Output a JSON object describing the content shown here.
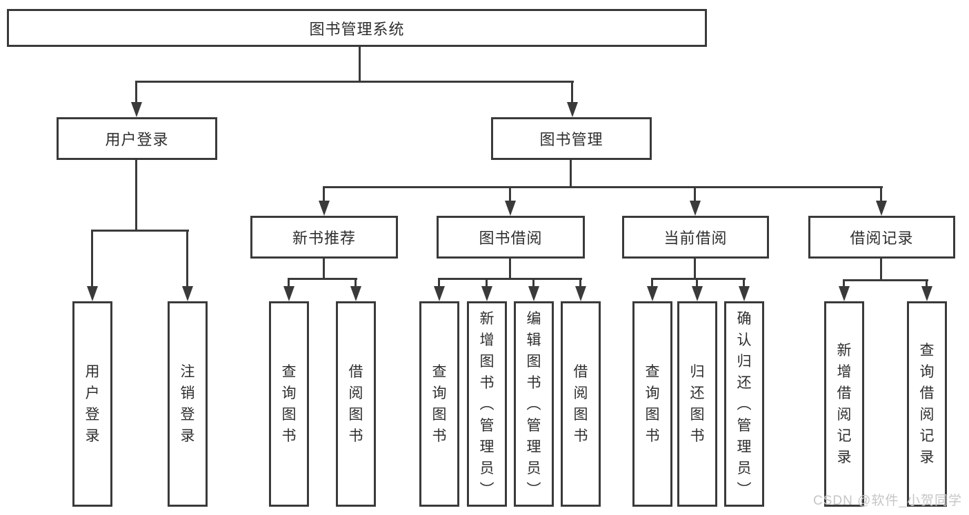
{
  "diagram": {
    "root": {
      "label": "图书管理系统"
    },
    "level2": [
      {
        "id": "user-login",
        "label": "用户登录"
      },
      {
        "id": "book-management",
        "label": "图书管理"
      }
    ],
    "level3": [
      {
        "id": "new-book-recommendation",
        "label": "新书推荐",
        "parent": "图书管理"
      },
      {
        "id": "book-borrowing",
        "label": "图书借阅",
        "parent": "图书管理"
      },
      {
        "id": "current-borrowing",
        "label": "当前借阅",
        "parent": "图书管理"
      },
      {
        "id": "borrowing-records",
        "label": "借阅记录",
        "parent": "图书管理"
      }
    ],
    "leaves": [
      {
        "id": "user-login",
        "label": "用户登录",
        "parent": "用户登录"
      },
      {
        "id": "logout",
        "label": "注销登录",
        "parent": "用户登录"
      },
      {
        "id": "query-books-recommend",
        "label": "查询图书",
        "parent": "新书推荐"
      },
      {
        "id": "borrow-books-recommend",
        "label": "借阅图书",
        "parent": "新书推荐"
      },
      {
        "id": "query-books-borrowing",
        "label": "查询图书",
        "parent": "图书借阅"
      },
      {
        "id": "add-books-admin",
        "label": "新增图书（管理员）",
        "parent": "图书借阅"
      },
      {
        "id": "edit-books-admin",
        "label": "编辑图书（管理员）",
        "parent": "图书借阅"
      },
      {
        "id": "borrow-books-borrowing",
        "label": "借阅图书",
        "parent": "图书借阅"
      },
      {
        "id": "query-books-current",
        "label": "查询图书",
        "parent": "当前借阅"
      },
      {
        "id": "return-books",
        "label": "归还图书",
        "parent": "当前借阅"
      },
      {
        "id": "confirm-return-admin",
        "label": "确认归还（管理员）",
        "parent": "当前借阅"
      },
      {
        "id": "add-borrow-record",
        "label": "新增借阅记录",
        "parent": "借阅记录"
      },
      {
        "id": "query-borrow-record",
        "label": "查询借阅记录",
        "parent": "借阅记录"
      }
    ]
  },
  "watermark": {
    "text": "CSDN @软件_小贺同学"
  },
  "colors": {
    "line": "#3a3a3a",
    "text": "#2e2e2e",
    "background": "#ffffff",
    "watermark": "#c6c6c6"
  }
}
